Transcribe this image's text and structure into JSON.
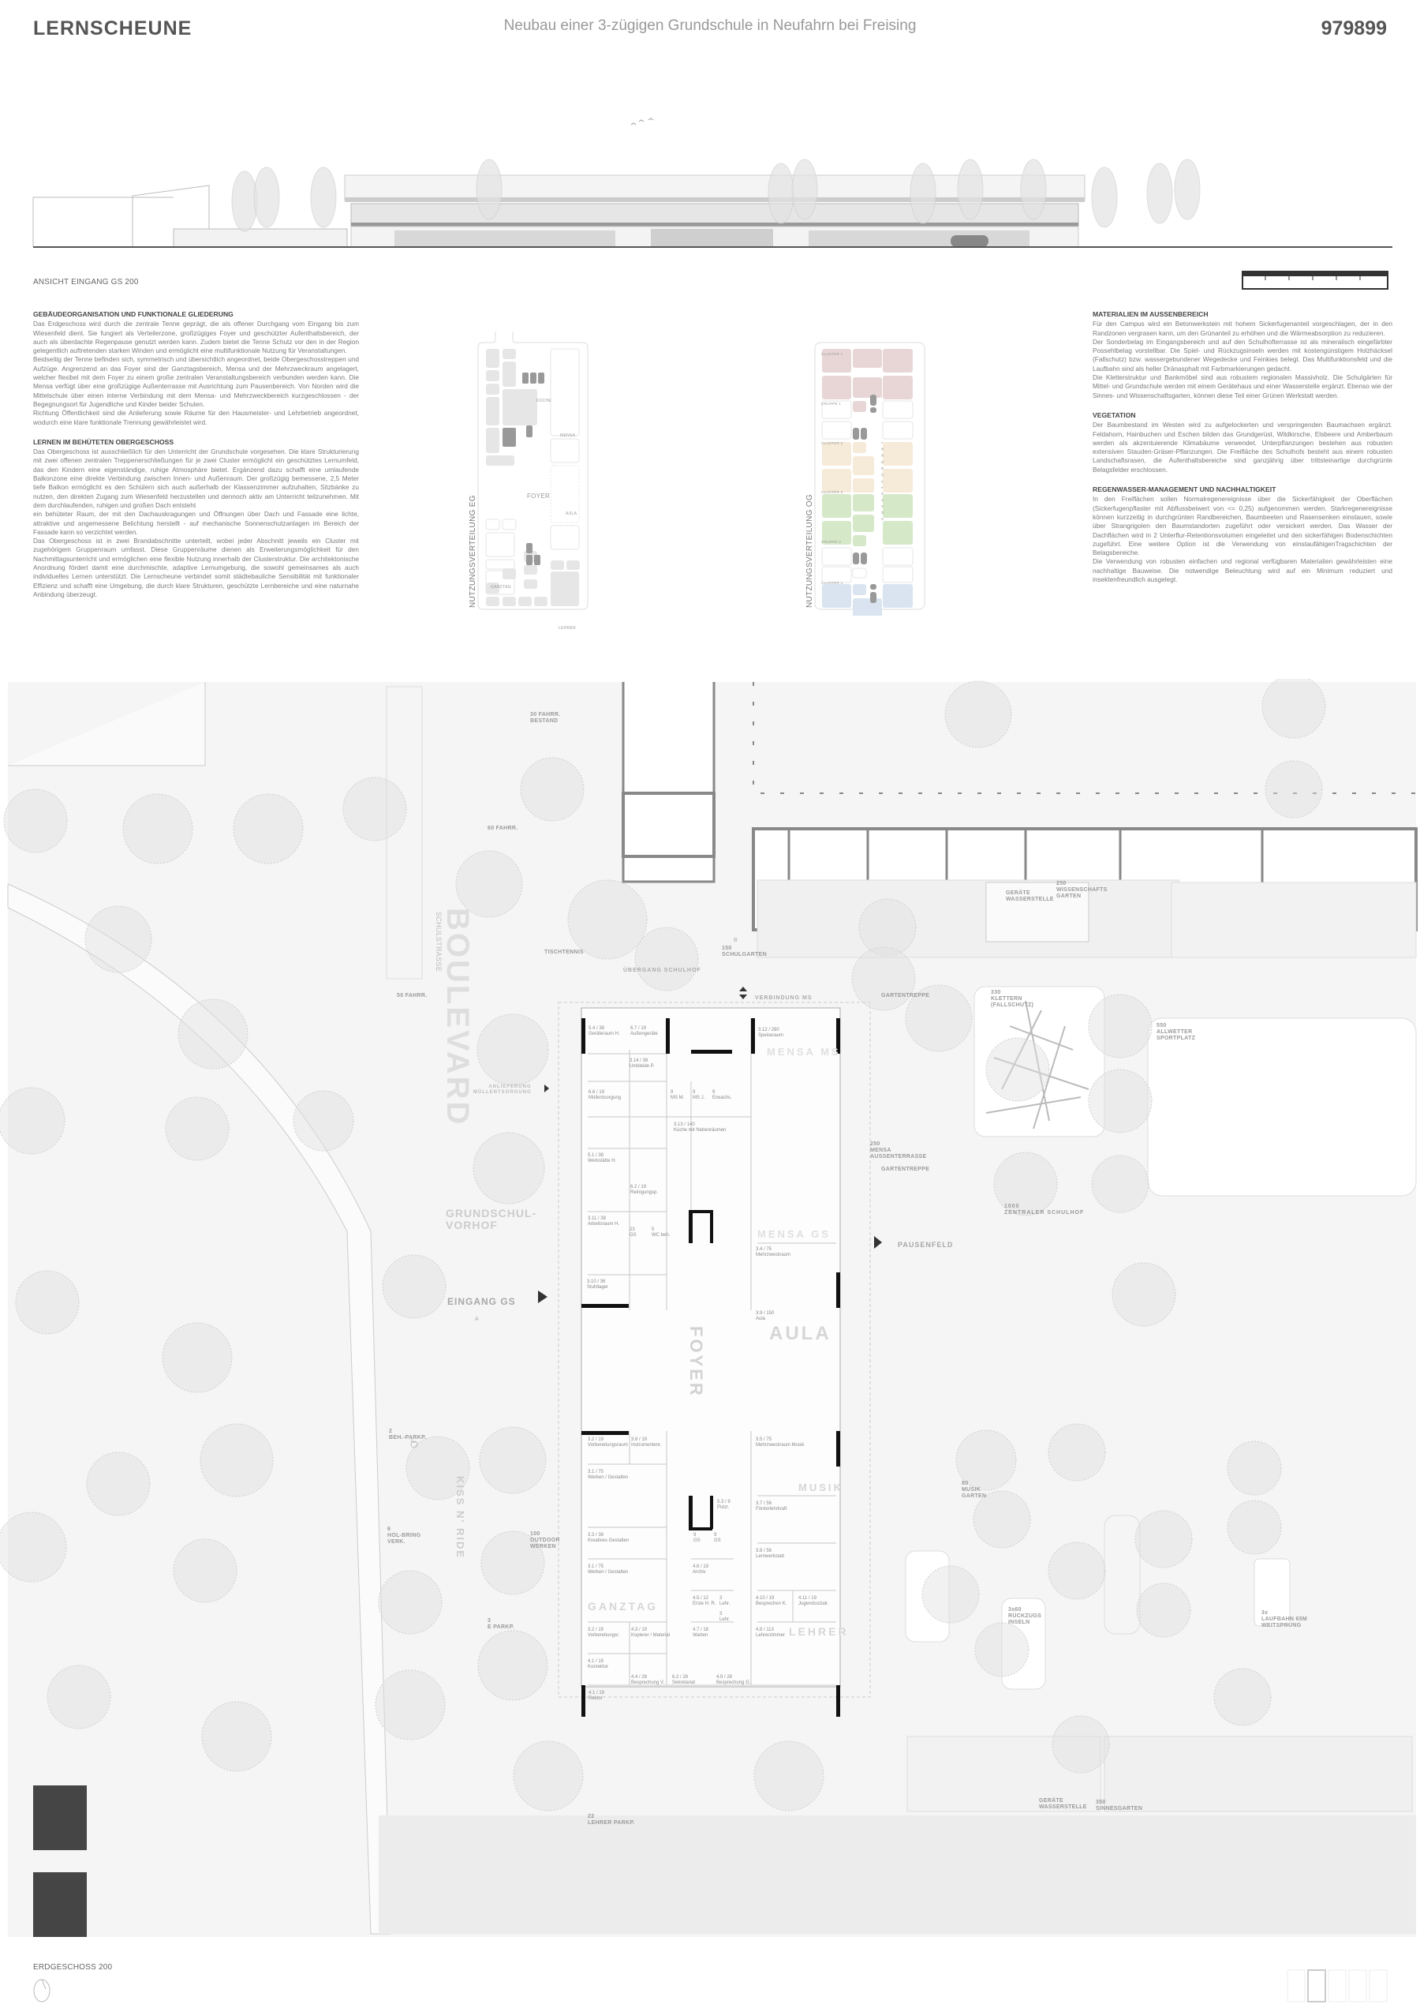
{
  "header": {
    "title": "LERNSCHEUNE",
    "subtitle": "Neubau einer 3-zügigen Grundschule in Neufahrn bei Freising",
    "entry_number": "979899"
  },
  "elevation": {
    "caption": "ANSICHT EINGANG GS 200"
  },
  "left_text": [
    {
      "heading": "GEBÄUDEORGANISATION UND FUNKTIONALE GLIEDERUNG",
      "paragraphs": [
        "Das Erdgeschoss wird durch die zentrale Tenne geprägt, die als offener Durchgang vom Eingang bis zum Wiesenfeld dient. Sie fungiert als Verteilerzone, großzügiges Foyer und geschützter Aufenthaltsbereich, der auch als überdachte Regenpause genutzt werden kann. Zudem bietet die Tenne Schutz vor den in der Region gelegentlich auftretenden starken Winden und ermöglicht eine multifunktionale Nutzung für Veranstaltungen.",
        "Beidseitig der Tenne befinden sich, symmetrisch und übersichtlich angeordnet, beide Obergeschosstreppen und Aufzüge. Angrenzend an das Foyer sind der Ganztagsbereich, Mensa und der Mehrzweckraum angelagert, welcher flexibel mit dem Foyer zu einem große zentralen Veranstaltungsbereich verbunden werden kann. Die Mensa verfügt über eine großzügige Außenterrasse mit Ausrichtung zum Pausenbereich. Von Norden wird die Mittelschule über einen interne Verbindung mit dem Mensa- und Mehrzweckbereich kurzgeschlossen - der Begegnungsort für Jugendliche und Kinder beider Schulen.",
        "Richtung Öffentlichkeit sind die Anlieferung sowie Räume für den Hausmeister- und Lehrbetrieb angeordnet, wodurch eine klare funktionale Trennung gewährleistet wird."
      ]
    },
    {
      "heading": "LERNEN IM BEHÜTETEN OBERGESCHOSS",
      "paragraphs": [
        "Das Obergeschoss ist ausschließlich für den Unterricht der Grundschule vorgesehen. Die klare Strukturierung mit zwei offenen zentralen Treppenerschließungen für je zwei Cluster ermöglicht ein geschütztes Lernumfeld, das den Kindern eine eigenständige, ruhige Atmosphäre bietet. Ergänzend dazu schafft eine umlaufende Balkonzone eine direkte Verbindung zwischen Innen- und Außenraum. Der großzügig bemessene, 2,5 Meter tiefe Balkon ermöglicht es den Schülern sich auch außerhalb der Klassenzimmer aufzuhalten, Sitzbänke zu nutzen, den direkten Zugang zum Wiesenfeld herzustellen und dennoch aktiv am Unterricht teilzunehmen. Mit dem durchlaufenden, ruhigen und großen Dach entsteht",
        "ein behüteter Raum, der mit den Dachauskragungen und Öffnungen über Dach und Fassade eine lichte, attraktive und angemessene Belichtung herstellt - auf mechanische Sonnenschutzanlagen im Bereich der Fassade kann so verzichtet werden.",
        "Das Obergeschoss ist in zwei Brandabschnitte unterteilt, wobei jeder Abschnitt jeweils ein Cluster mit zugehörigem Gruppenraum umfasst. Diese Gruppenräume dienen als Erweiterungsmöglichkeit für den Nachmittagsunterricht und ermöglichen eine flexible Nutzung innerhalb der Clusterstruktur. Die architektonische Anordnung fördert damit eine durchmischte, adaptive Lernumgebung, die sowohl gemeinsames als auch individuelles Lernen unterstützt. Die Lernscheune verbindet somit städtebauliche Sensibilität mit funktionaler Effizienz und schafft eine Umgebung, die durch klare Strukturen, geschützte Lernbereiche und eine naturnahe Anbindung überzeugt."
      ]
    }
  ],
  "right_text": [
    {
      "heading": "MATERIALIEN IM AUSSENBEREICH",
      "paragraphs": [
        "Für den Campus wird ein Betonwerkstein mit hohem Sickerfugenanteil vorgeschlagen, der in den Randzonen vergrasen kann, um den Grünanteil zu erhöhen und die Wärmeabsorption zu reduzieren.",
        "Der Sonderbelag im Eingangsbereich und auf den Schulhofterrasse ist als mineralisch eingefärbter Possehlbelag vorstellbar. Die Spiel- und Rückzugsinseln werden mit kostengünstigem Holzhäcksel (Fallschutz) bzw. wassergebundener Wegedecke und Feinkies belegt. Das Multifunktionsfeld und die Laufbahn sind als heller Dränasphalt mit Farbmarkierungen gedacht.",
        "Die Kletterstruktur und Bankmöbel sind aus robustem regionalen Massivholz. Die Schulgärten für Mittel- und Grundschule werden mit einem Gerätehaus und einer Wasserstelle ergänzt. Ebenso wie der Sinnes- und Wissenschaftsgarten, können diese Teil einer Grünen Werkstatt werden."
      ]
    },
    {
      "heading": "VEGETATION",
      "paragraphs": [
        "Der Baumbestand im Westen wird zu aufgelockerten und verspringenden Baumachsen ergänzt. Feldahorn, Hainbuchen und Eschen bilden das Grundgerüst, Wildkirsche, Elsbeere und Amberbaum werden als akzentuierende Klimabäume verwendet. Unterpflanzungen bestehen aus robusten extensiven Stauden-Gräser-Pflanzungen. Die Freifläche des Schulhofs besteht aus einem robusten Landschaftsrasen, die Aufenthaltsbereiche sind ganzjährig über trittsteinartige durchgrünte Belagsfelder erschlossen."
      ]
    },
    {
      "heading": "REGENWASSER-MANAGEMENT UND NACHHALTIGKEIT",
      "paragraphs": [
        "In den Freiflächen sollen Normalregenereignisse über die Sickerfähigkeit der Oberflächen (Sickerfugenpflaster mit Abflussbeiwert von <= 0,25) aufgenommen werden. Starkregenereignisse können kurzzeitig in durchgrünten Randbereichen, Baumbeeten und Rasensenken einstauen, sowie über Strangrigolen den Baumstandorten zugeführt oder versickert werden. Das Wasser der Dachflächen wird in 2 Unterflur-Retentionsvolumen eingeleitet und den sickerfähigen Bodenschichten zugeführt. Eine weitere Option ist die Verwendung von einstaufähigenTragschichten der Belagsbereiche.",
        "Die Verwendung von robusten einfachen und regional verfügbaren Materialien gewährleisten eine nachhaltige Bauweise. Die notwendige Beleuchtung wird auf ein Minimum reduziert und insektenfreundlich ausgelegt."
      ]
    }
  ],
  "diagram_eg": {
    "title": "NUTZUNGSVERTEILUNG EG",
    "labels": {
      "kueche": "KÜCHE",
      "mensa": "MENSA",
      "foyer": "FOYER",
      "aula": "AULA",
      "ganztag": "GANZTAG",
      "lehrer": "LEHRER"
    }
  },
  "diagram_og": {
    "title": "NUTZUNGSVERTEILUNG OG",
    "labels": {
      "cluster1": "CLUSTER 1",
      "gruppe1": "GRUPPE 1",
      "cluster2": "CLUSTER 2",
      "cluster3": "CLUSTER 3",
      "gruppe2": "GRUPPE 2",
      "cluster4": "CLUSTER 4",
      "boulevard": "LERNBOULEVARD"
    },
    "colors": {
      "cluster1": "#e8d6d6",
      "cluster2": "#f6ead8",
      "cluster3": "#d5e8c8",
      "cluster4": "#d9e4f0"
    }
  },
  "site": {
    "big_labels": {
      "boulevard": "BOULEVARD",
      "foyer": "FOYER",
      "aula": "AULA",
      "mensa_ms": "MENSA MS",
      "mensa_gs": "MENSA GS",
      "musik": "MUSIK",
      "ganztag": "GANZTAG",
      "lehrer": "LEHRER",
      "kiss_n_ride": "KISS N' RIDE",
      "schulstrasse": "SCHULSTRASSE"
    },
    "mid_labels": {
      "vorhof": "GRUNDSCHUL-\nVORHOF",
      "eingang": "EINGANG GS",
      "pausenfeld": "PAUSENFELD",
      "uebergang": "ÜBERGANG SCHULHOF",
      "verbindung": "VERBINDUNG MS",
      "anlieferung": "ANLIEFERUNG\nMÜLLENTSORGUNG",
      "schulhof": "1000\nZENTRALER SCHULHOF",
      "section_a": "A",
      "section_b": "B"
    },
    "small_labels": [
      "30 FAHRR.\nBESTAND",
      "60 FAHRR.",
      "50 FAHRR.",
      "TISCHTENNIS",
      "150\nSCHULGARTEN",
      "GERÄTE\nWASSERSTELLE",
      "250\nWISSENSCHAFTS\nGARTEN",
      "GARTENTREPPE",
      "330\nKLETTERN\n(FALLSCHUTZ)",
      "550\nALLWETTER\nSPORTPLATZ",
      "250\nMENSA\nAUSSENTERRASSE",
      "GARTENTREPPE",
      "2\nBEH.-PARKP.",
      "6\nHOL-BRING\nVERK.",
      "100\nOUTDOOR\nWERKEN",
      "3\nE PARKP.",
      "80\nMUSIK\nGARTEN",
      "3x60\nRÜCKZUGS\nINSELN",
      "3x\nLAUFBAHN 65M\nWEITSPRUNG",
      "GERÄTE\nWASSERSTELLE",
      "350\nSINNESGARTEN",
      "22\nLEHRER PARKP."
    ],
    "rooms": [
      "5.4 / 38\nGeräteraum H.",
      "6.7 / 19\nAußengeräte",
      "3.14 / 38\nUmkleide P.",
      "6.6 / 19\nMüllentsorgung",
      "9\nMS M.",
      "9\nMS J.",
      "9\nErwachs.",
      "3.12 / 280\nSpeiseraum",
      "3.13 / 140\nKüche mit Nebenräumen",
      "5.1 / 38\nWerkstätte H.",
      "6.2 / 19\nReinigungsp.",
      "3.11 / 38\nArbeitsraum H.",
      "23\nGS",
      "5\nWC beh.",
      "3.4 / 75\nMehrzweckraum",
      "3.10 / 36\nStuhllager",
      "3.9 / 150\nAula",
      "3.2 / 19\nVorbereitungsraum",
      "3.6 / 19\nInstrumentenr.",
      "3.5 / 75\nMehrzweckraum Musik",
      "3.1 / 75\nWerken / Gestalten",
      "5.3 / 9\nPutzr.",
      "3.7 / 56\nFörderlehrkraft",
      "3.3 / 38\nKreatives Gestalten",
      "9\nGS",
      "9\nGS",
      "3.8 / 56\nLernwerkstatt",
      "3.1 / 75\nWerken / Gestalten",
      "4.6 / 19\nArchiv",
      "4.5 / 12\nErste H. R.",
      "3\nLehr.",
      "3\nLehr.",
      "4.10 / 19\nBesprechen K.",
      "4.11 / 19\nJugendsozialr.",
      "3.2 / 19\nVorbereitungsr.",
      "4.3 / 19\nKopierer / Material",
      "4.7 / 18\nWarten",
      "4.8 / 113\nLehrerzimmer",
      "4.1 / 19\nKonrektor",
      "4.4 / 28\nBesprechung V.",
      "6.2 / 28\nSekretariat",
      "4.9 / 28\nBesprechung G.",
      "4.1 / 19\nRektor"
    ],
    "caption": "ERDGESCHOSS 200"
  },
  "icons": {
    "north_arrow": "north-arrow-icon",
    "entrance_arrow": "triangle-right-icon",
    "scale_bar": "scale-bar-icon",
    "accessible_parking": "wheelchair-icon"
  }
}
